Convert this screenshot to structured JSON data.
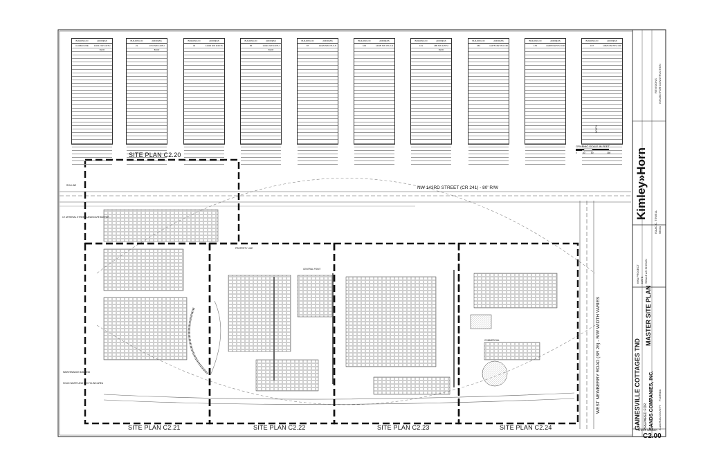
{
  "sheet": {
    "site_plan_labels": {
      "c2_20": "SITE PLAN C2.20",
      "c2_21": "SITE PLAN C2.21",
      "c2_22": "SITE PLAN C2.22",
      "c2_23": "SITE PLAN C2.23",
      "c2_24": "SITE PLAN C2.24"
    },
    "streets": {
      "nw143": "NW 143RD STREET (CR 241) - 80' R/W",
      "newberry": "WEST NEWBERRY ROAD (SR 26) - R/W WIDTH VARIES"
    },
    "table_headers": {
      "building_id": "BUILDING ID",
      "address": "ADDRESS"
    },
    "table_first_rows": [
      {
        "id": "CLUBHOUSE",
        "addr": "14311 NW 144TH BLVD"
      },
      {
        "id": "21",
        "addr": "1710 NW 144TH BLVD"
      },
      {
        "id": "43",
        "addr": "14433 NW 2ND PL"
      },
      {
        "id": "65",
        "addr": "14421 NW 144TH BLVD"
      },
      {
        "id": "87",
        "addr": "14329 NW 4TH LN"
      },
      {
        "id": "109",
        "addr": "14335 NW 4TH LN"
      },
      {
        "id": "131",
        "addr": "485 NW 145TH BLVD"
      },
      {
        "id": "153",
        "addr": "14475 NW 6TH CIR"
      },
      {
        "id": "175",
        "addr": "14485 NW 5TH CIR"
      },
      {
        "id": "197",
        "addr": "14525 NW 5TH CIR"
      }
    ],
    "notes": {
      "gsc": "GRAPHIC SCALE IN FEET",
      "scale_ticks": [
        "0",
        "40",
        "80",
        "160"
      ],
      "north": "NORTH",
      "central_point": "CENTRAL POINT",
      "property_line": "PROPERTY LINE",
      "row_line": "R/W LINE",
      "commercial": "COMMERCIAL",
      "maintenance": "MAINTENANCE BUILDING",
      "solid_waste": "SOLID WASTE AND RECYCLING AREA",
      "landscape_buffer": "10' ARTERIAL STREET LANDSCAPE BUFFER"
    },
    "title_block": {
      "firm": "Kimley»Horn",
      "project": "GAINESVILLE COTTAGES TND",
      "prepared_for": "PREPARED FOR",
      "client": "SANDS COMPANIES, INC.",
      "county": "ALACHUA COUNTY",
      "state": "FLORIDA",
      "sheet_title": "MASTER SITE PLAN",
      "sheet_number_label": "SHEET NUMBER",
      "sheet_number": "C2.00",
      "revisions": "REVISIONS",
      "issued": "ISSUED FOR CONSTRUCTION",
      "engineer": "ISAAC C. TEWELL",
      "license_no": "68531",
      "kha_project": "KHA PROJECT",
      "date_label": "DATE",
      "scale_label": "SCALE AS SHOWN"
    }
  }
}
